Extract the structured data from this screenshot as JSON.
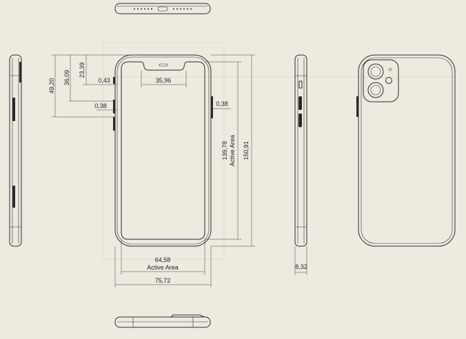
{
  "drawing": {
    "background_color": "#edebe0",
    "line_color": "#2a2a2a",
    "dimensions": {
      "overall_height_top_offset": "49,20",
      "notch_mid_offset": "36,09",
      "notch_top_offset": "23,39",
      "bezel_left": "0,43",
      "notch_width": "35,96",
      "bezel_left_lower": "0,38",
      "bezel_right": "0,38",
      "active_height": "139,78",
      "active_height_label": "Active Area",
      "overall_height": "150,91",
      "active_width": "64,58",
      "active_width_label": "Active Area",
      "overall_width": "75,72",
      "thickness": "8,32"
    }
  }
}
